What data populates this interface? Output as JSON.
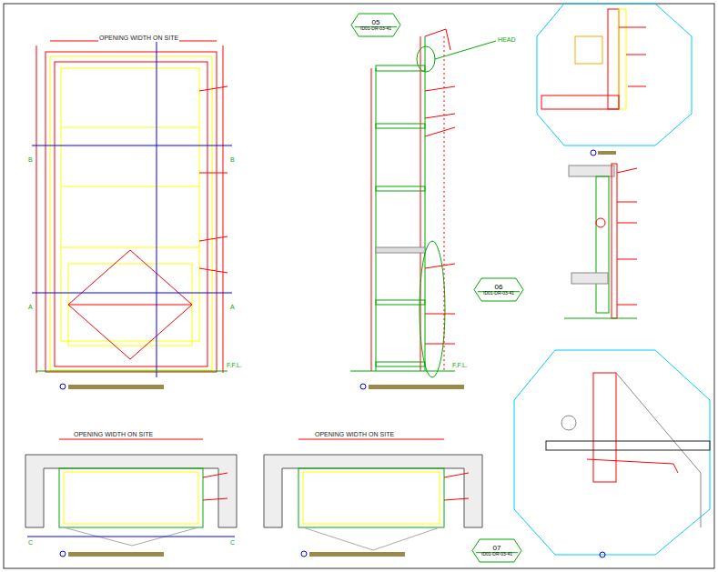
{
  "diagram": {
    "nodes": [
      {
        "text": [
          "05",
          "ID01-DR-03-41"
        ]
      },
      {
        "text": [
          "06",
          "ID01-DR-03-41"
        ]
      },
      {
        "text": [
          "07",
          "ID01-DR-03-41"
        ]
      }
    ],
    "labels": [
      "OPENING WIDTH ON SITE",
      "F.F.L.",
      "F.F.L.",
      "HEAD",
      "OPENING WIDTH ON SITE",
      "OPENING WIDTH ON SITE",
      "B",
      "B",
      "A",
      "A",
      "C",
      "C"
    ]
  }
}
